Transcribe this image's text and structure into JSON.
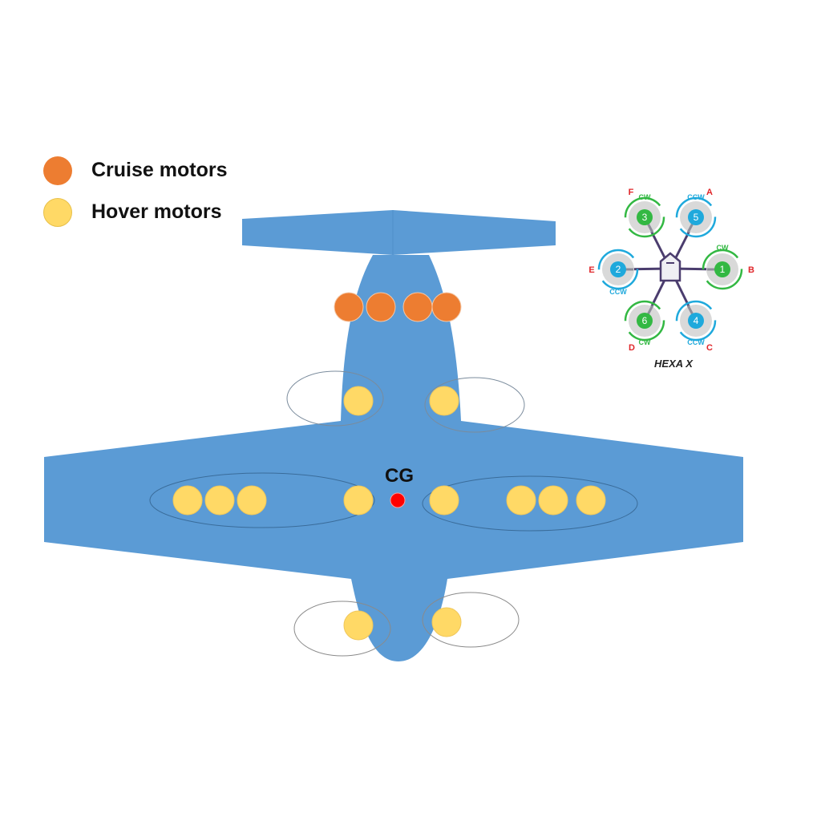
{
  "legend": {
    "items": [
      {
        "label": "Cruise motors",
        "color": "#ED7D31"
      },
      {
        "label": "Hover motors",
        "color": "#FFD966"
      }
    ]
  },
  "aircraft": {
    "body_color": "#5B9BD5",
    "cg_label": "CG",
    "cg_color": "#FF0000",
    "cruise_motor_count": 4,
    "hover_motor_count": 12
  },
  "hexa_diagram": {
    "title": "HEXA X",
    "motors": [
      {
        "number": "1",
        "corner": "B",
        "direction": "CW",
        "color": "#33B843"
      },
      {
        "number": "2",
        "corner": "E",
        "direction": "CCW",
        "color": "#1FA9DC"
      },
      {
        "number": "3",
        "corner": "F",
        "direction": "CW",
        "color": "#33B843"
      },
      {
        "number": "4",
        "corner": "C",
        "direction": "CCW",
        "color": "#1FA9DC"
      },
      {
        "number": "5",
        "corner": "A",
        "direction": "CCW",
        "color": "#1FA9DC"
      },
      {
        "number": "6",
        "corner": "D",
        "direction": "CW",
        "color": "#33B843"
      }
    ],
    "corner_color": "#E0262A"
  }
}
